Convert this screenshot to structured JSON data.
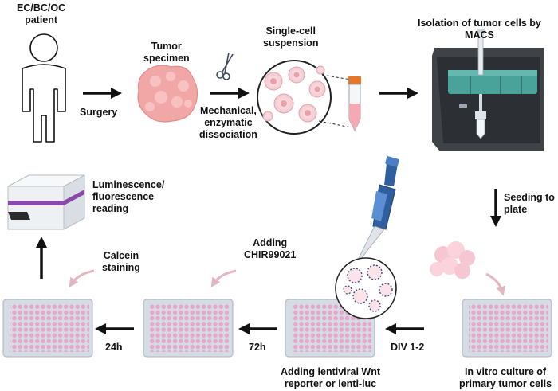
{
  "labels": {
    "patient_line1": "EC/BC/OC",
    "patient_line2": "patient",
    "tumor_line1": "Tumor",
    "tumor_line2": "specimen",
    "single_line1": "Single-cell",
    "single_line2": "suspension",
    "isolation_line1": "Isolation of tumor cells by",
    "isolation_line2": "MACS",
    "surgery": "Surgery",
    "mech_line1": "Mechanical,",
    "mech_line2": "enzymatic",
    "mech_line3": "dissociation",
    "seeding_line1": "Seeding to",
    "seeding_line2": "plate",
    "lum_line1": "Luminescence/",
    "lum_line2": "fluorescence",
    "lum_line3": "reading",
    "calcein_line1": "Calcein",
    "calcein_line2": "staining",
    "chir_line1": "Adding",
    "chir_line2": "CHIR99021",
    "h24": "24h",
    "h72": "72h",
    "div": "DIV 1-2",
    "lenti_line1": "Adding lentiviral Wnt",
    "lenti_line2": "reporter or lenti-luc",
    "invitro_line1": "In vitro culture of",
    "invitro_line2": "primary tumor cells"
  },
  "colors": {
    "arrow": "#111111",
    "curved_arrow": "#e3b7c0",
    "well": "#e7a6cc",
    "plate": "#d5dce3",
    "tissue": "#f2a7a7",
    "virus": "#3f4b78",
    "pipette": "#2f5f9e",
    "reader_stripe": "#8a4aa8",
    "macs_green": "#4aa39b"
  }
}
